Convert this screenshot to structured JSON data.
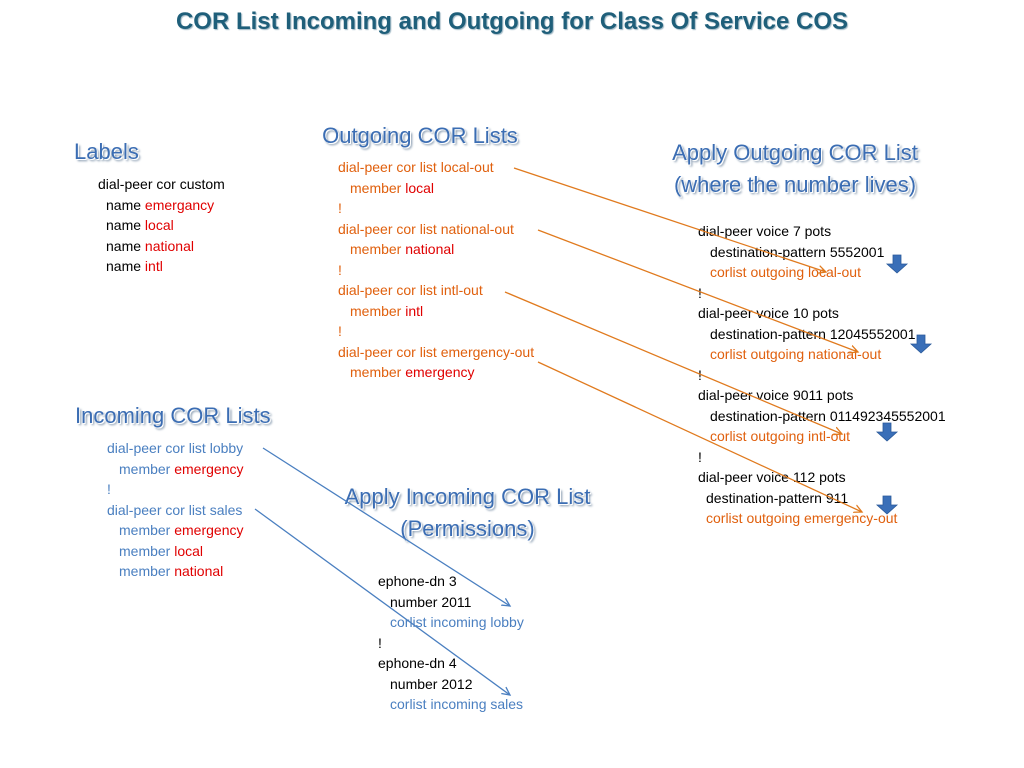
{
  "title": "COR List Incoming and Outgoing for Class Of Service COS",
  "headings": {
    "labels": "Labels",
    "outgoing": "Outgoing COR Lists",
    "apply_outgoing_1": "Apply Outgoing COR List",
    "apply_outgoing_2": "(where the number lives)",
    "incoming": "Incoming COR Lists",
    "apply_incoming_1": "Apply Incoming COR List",
    "apply_incoming_2": "(Permissions)"
  },
  "labels_block": [
    {
      "text": "dial-peer cor custom"
    },
    {
      "prefix": "name",
      "value": "emergancy"
    },
    {
      "prefix": "name",
      "value": "local"
    },
    {
      "prefix": "name",
      "value": "national"
    },
    {
      "prefix": "name",
      "value": "intl"
    }
  ],
  "outgoing_block": [
    {
      "text": "dial-peer cor list local-out"
    },
    {
      "prefix": "member",
      "value": "local"
    },
    {
      "text": "!"
    },
    {
      "text": "dial-peer cor list national-out"
    },
    {
      "prefix": "member",
      "value": "national"
    },
    {
      "text": "!"
    },
    {
      "text": "dial-peer cor list intl-out"
    },
    {
      "prefix": "member",
      "value": "intl"
    },
    {
      "text": "!"
    },
    {
      "text": "dial-peer cor list emergency-out"
    },
    {
      "prefix": "member",
      "value": "emergency"
    }
  ],
  "apply_outgoing_block": [
    {
      "text": "dial-peer voice 7 pots"
    },
    {
      "text": "destination-pattern 5552001"
    },
    {
      "text": "corlist outgoing local-out"
    },
    {
      "text": "!"
    },
    {
      "text": "dial-peer voice 10 pots"
    },
    {
      "text": "destination-pattern 12045552001"
    },
    {
      "text": "corlist outgoing national-out"
    },
    {
      "text": "!"
    },
    {
      "text": "dial-peer voice 9011 pots"
    },
    {
      "text": "destination-pattern 011492345552001"
    },
    {
      "text": "corlist outgoing intl-out"
    },
    {
      "text": "!"
    },
    {
      "text": "dial-peer voice 112 pots"
    },
    {
      "text": "destination-pattern 911"
    },
    {
      "text": "corlist outgoing emergency-out"
    }
  ],
  "incoming_block": [
    {
      "text": "dial-peer cor list lobby"
    },
    {
      "prefix": "member",
      "value": "emergency"
    },
    {
      "text": "!"
    },
    {
      "text": "dial-peer cor list sales"
    },
    {
      "prefix": "member",
      "value": "emergency"
    },
    {
      "prefix": "member",
      "value": "local"
    },
    {
      "prefix": "member",
      "value": "national"
    }
  ],
  "apply_incoming_block": [
    {
      "text": "ephone-dn 3"
    },
    {
      "text": "number 2011"
    },
    {
      "text": "corlist incoming lobby"
    },
    {
      "text": "!"
    },
    {
      "text": "ephone-dn 4"
    },
    {
      "text": "number 2012"
    },
    {
      "text": "corlist incoming sales"
    }
  ],
  "colors": {
    "title": "#1f5f7a",
    "heading": "#3b6db3",
    "outgoing_text": "#e0600e",
    "incoming_text": "#4a7fc0",
    "value_red": "#e00000",
    "outgoing_arrow": "#e07a1e",
    "incoming_arrow": "#4a7fc0",
    "down_arrow": "#3a6fb8"
  }
}
